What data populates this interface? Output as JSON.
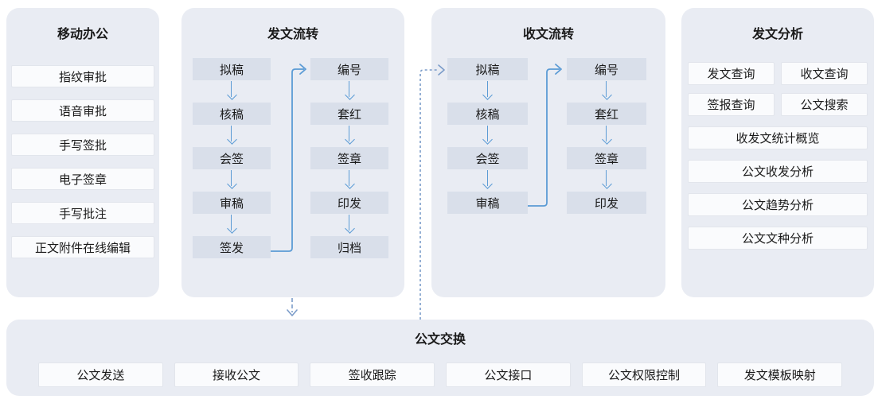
{
  "panels": {
    "mobile_office": {
      "title": "移动办公",
      "items": [
        "指纹审批",
        "语音审批",
        "手写签批",
        "电子签章",
        "手写批注",
        "正文附件在线编辑"
      ]
    },
    "outgoing_flow": {
      "title": "发文流转",
      "left_steps": [
        "拟稿",
        "核稿",
        "会签",
        "审稿",
        "签发"
      ],
      "right_steps": [
        "编号",
        "套红",
        "签章",
        "印发",
        "归档"
      ]
    },
    "incoming_flow": {
      "title": "收文流转",
      "left_steps": [
        "拟稿",
        "核稿",
        "会签",
        "审稿"
      ],
      "right_steps": [
        "编号",
        "套红",
        "签章",
        "印发"
      ]
    },
    "analysis": {
      "title": "发文分析",
      "paired_items": [
        "发文查询",
        "收文查询",
        "签报查询",
        "公文搜索"
      ],
      "full_items": [
        "收发文统计概览",
        "公文收发分析",
        "公文趋势分析",
        "公文文种分析"
      ]
    },
    "exchange": {
      "title": "公文交换",
      "items": [
        "公文发送",
        "接收公文",
        "签收跟踪",
        "公文接口",
        "公文权限控制",
        "发文模板映射"
      ]
    }
  },
  "colors": {
    "panel_bg": "#e9ecf3",
    "node_bg": "#d9dfea",
    "item_bg": "#fafbfd",
    "item_border": "#e2e5ec",
    "text": "#1a1a1a",
    "arrow": "#5b9bd5",
    "dashed": "#7b9cc9"
  }
}
